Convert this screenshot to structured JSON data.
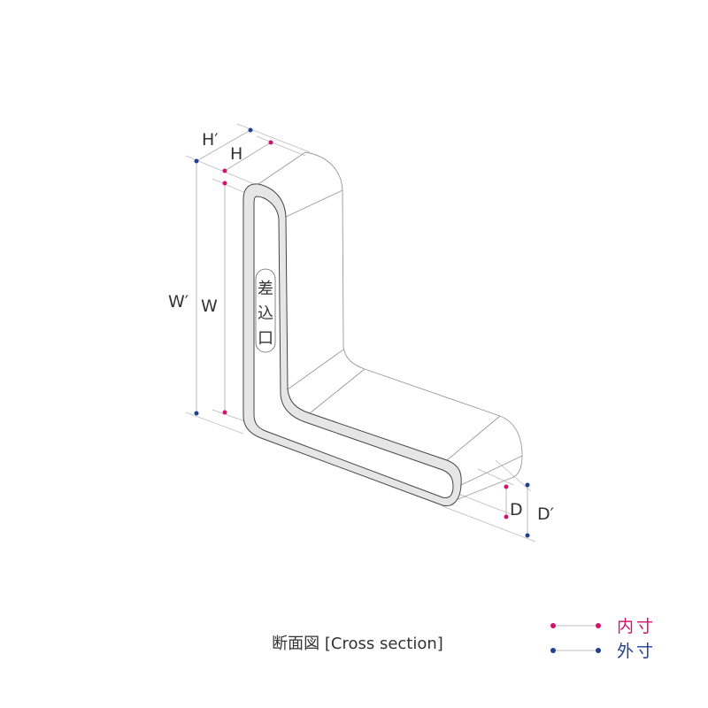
{
  "dimensions": {
    "outer_height": "H′",
    "inner_height": "H",
    "outer_width": "W′",
    "inner_width": "W",
    "inner_depth": "D",
    "outer_depth": "D′"
  },
  "slot_label": [
    "差",
    "込",
    "口"
  ],
  "caption": "断面図 [Cross section]",
  "legend": [
    {
      "label": "内寸",
      "color": "#d4106e"
    },
    {
      "label": "外寸",
      "color": "#1f3f8f"
    }
  ]
}
